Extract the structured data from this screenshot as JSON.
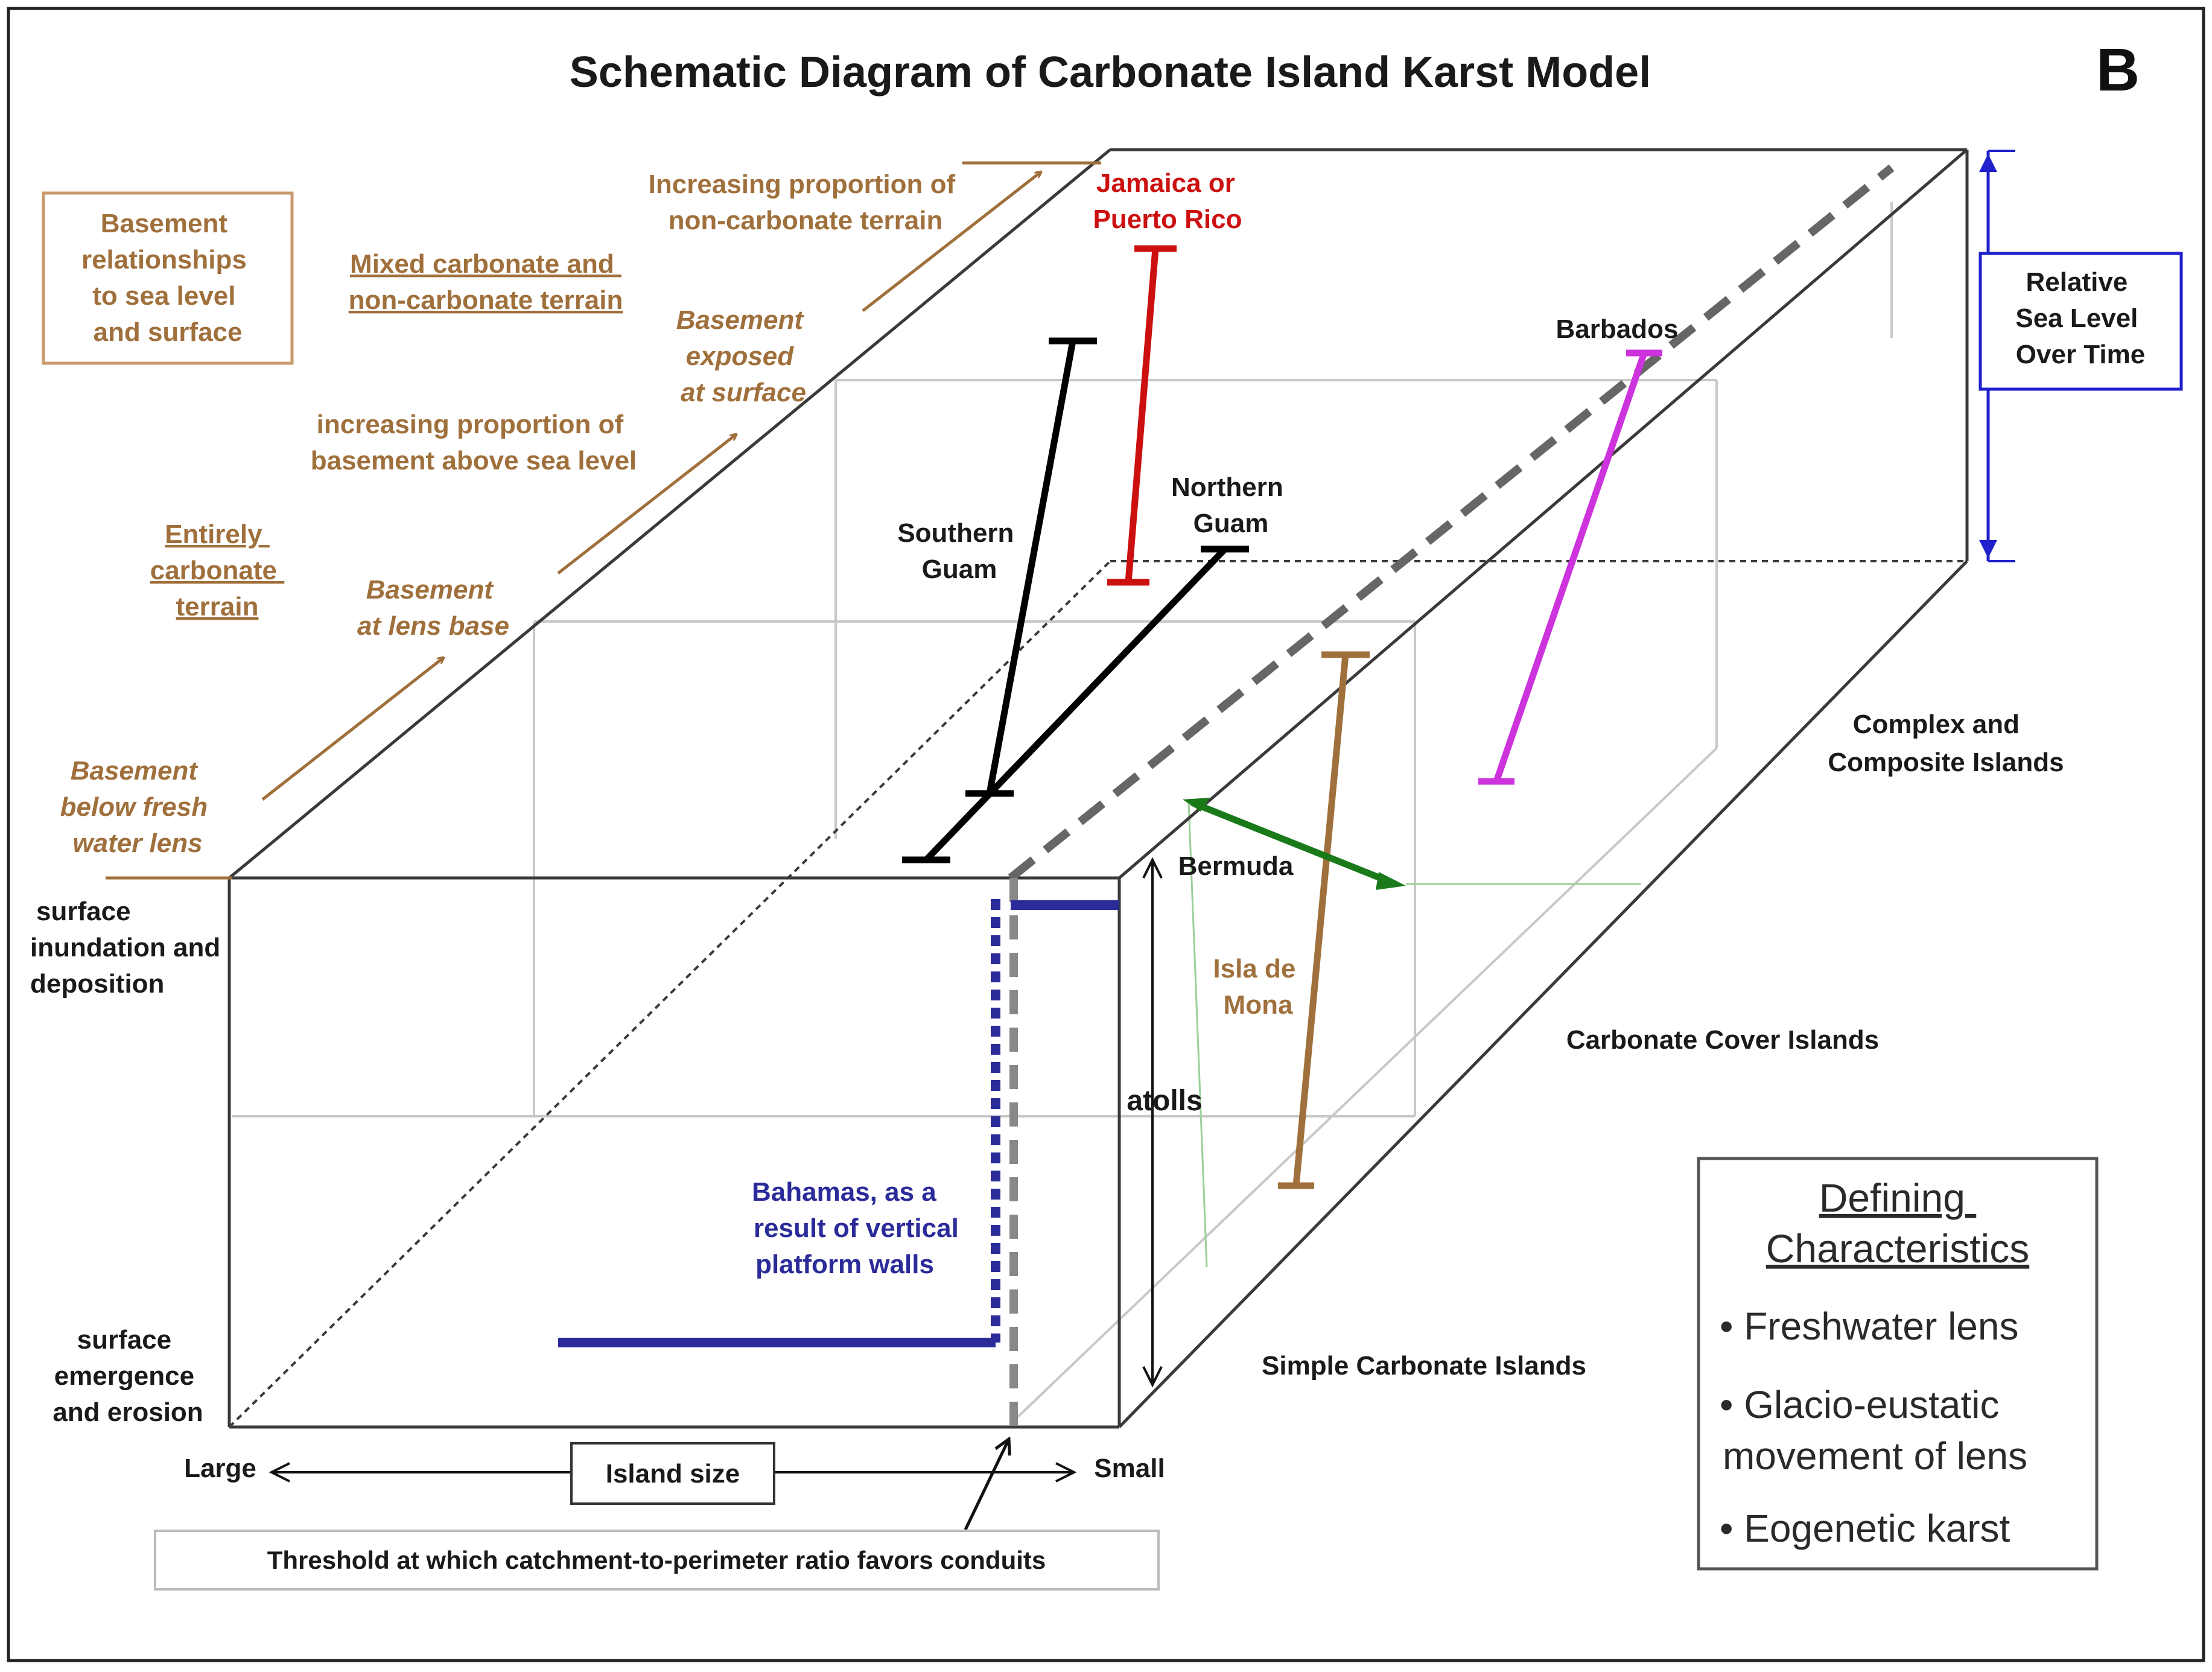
{
  "title": "Schematic Diagram of Carbonate Island Karst Model",
  "panel_label": "B",
  "basement_box": [
    "Basement",
    "relationships",
    "to sea level",
    "and surface"
  ],
  "left_column": {
    "mixed": [
      "Mixed carbonate and",
      "non-carbonate terrain"
    ],
    "entirely": [
      "Entirely",
      "carbonate",
      "terrain"
    ],
    "increasing_noncarb": [
      "Increasing proportion of",
      "non-carbonate terrain"
    ],
    "increasing_basement": [
      "increasing proportion of",
      "basement above sea level"
    ],
    "exposed": [
      "Basement",
      "exposed",
      "at surface"
    ],
    "lens_base": [
      "Basement",
      "at lens base"
    ],
    "below_lens": [
      "Basement",
      "below fresh",
      "water lens"
    ]
  },
  "vertical_axis": {
    "top": [
      "surface",
      "inundation and",
      "deposition"
    ],
    "bottom": [
      "surface",
      "emergence",
      "and erosion"
    ]
  },
  "horizontal_axis": {
    "large": "Large",
    "small": "Small",
    "label": "Island size"
  },
  "threshold": "Threshold at which catchment-to-perimeter ratio favors conduits",
  "sea_level_box": [
    "Relative",
    "Sea Level",
    "Over Time"
  ],
  "island_classes": {
    "complex": [
      "Complex and",
      "Composite Islands"
    ],
    "cover": "Carbonate Cover Islands",
    "simple": "Simple Carbonate Islands"
  },
  "islands": {
    "jamaica": [
      "Jamaica or",
      "Puerto Rico"
    ],
    "barbados": "Barbados",
    "northern_guam": [
      "Northern",
      "Guam"
    ],
    "southern_guam": [
      "Southern",
      "Guam"
    ],
    "bermuda": "Bermuda",
    "mona": [
      "Isla de",
      "Mona"
    ],
    "atolls": "atolls",
    "bahamas": [
      "Bahamas, as a",
      "result of vertical",
      "platform walls"
    ]
  },
  "legend": {
    "title": [
      "Defining",
      "Characteristics"
    ],
    "items": [
      "• Freshwater lens",
      "• Glacio-eustatic",
      "movement of lens",
      "• Eogenetic karst"
    ]
  },
  "colors": {
    "brown": "#a0703c",
    "navy": "#2b2b9a",
    "red": "#cc1010",
    "magenta": "#cc33dd",
    "green": "#1a7a1a",
    "mona": "#a0703c",
    "sea_level": "#2020cc"
  }
}
